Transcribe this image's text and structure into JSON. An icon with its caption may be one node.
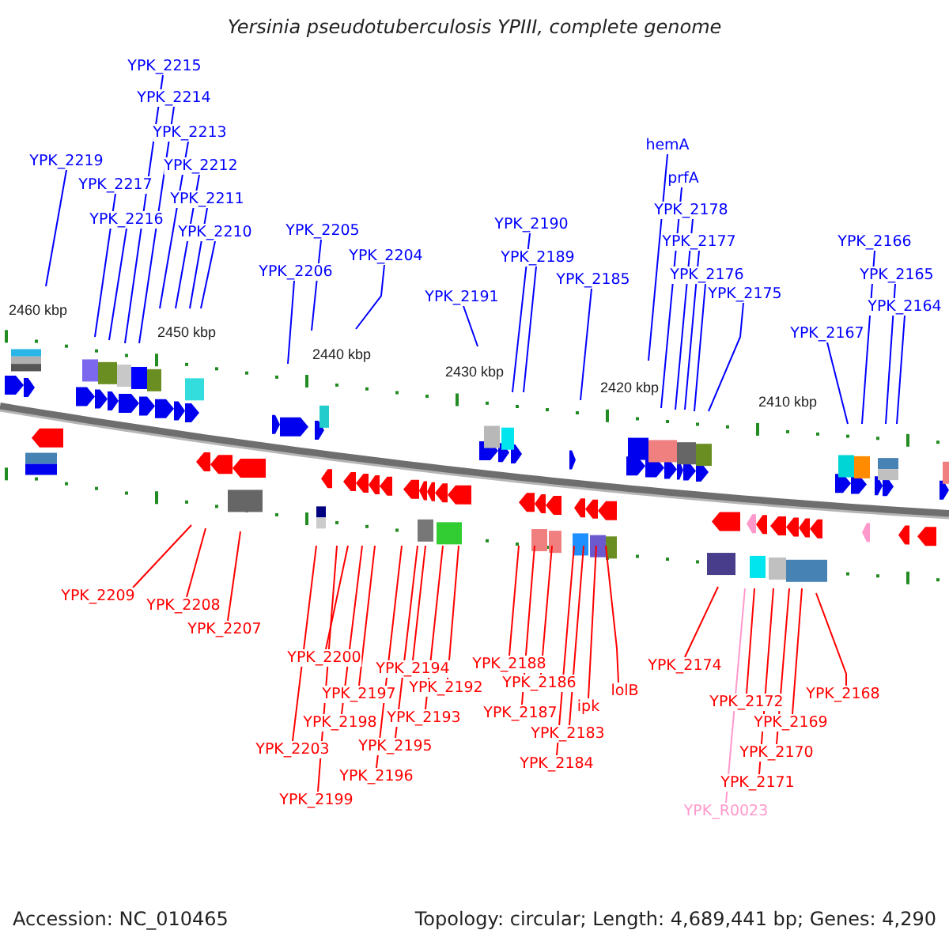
{
  "diagram": {
    "title": "Yersinia pseudotuberculosis YPIII, complete genome",
    "nodes": [
      {
        "text": [
          "YPK_2219"
        ]
      },
      {
        "text": [
          "YPK_2217"
        ]
      },
      {
        "text": [
          "YPK_2216"
        ]
      },
      {
        "text": [
          "YPK_2215"
        ]
      },
      {
        "text": [
          "YPK_2214"
        ]
      },
      {
        "text": [
          "YPK_2213"
        ]
      },
      {
        "text": [
          "YPK_2212"
        ]
      },
      {
        "text": [
          "YPK_2211"
        ]
      },
      {
        "text": [
          "YPK_2210"
        ]
      },
      {
        "text": [
          "YPK_2206"
        ]
      },
      {
        "text": [
          "YPK_2205"
        ]
      },
      {
        "text": [
          "YPK_2204"
        ]
      },
      {
        "text": [
          "YPK_2191"
        ]
      },
      {
        "text": [
          "YPK_2190"
        ]
      },
      {
        "text": [
          "YPK_2189"
        ]
      },
      {
        "text": [
          "YPK_2185"
        ]
      },
      {
        "text": [
          "hemA"
        ]
      },
      {
        "text": [
          "prfA"
        ]
      },
      {
        "text": [
          "YPK_2178"
        ]
      },
      {
        "text": [
          "YPK_2177"
        ]
      },
      {
        "text": [
          "YPK_2176"
        ]
      },
      {
        "text": [
          "YPK_2175"
        ]
      },
      {
        "text": [
          "YPK_2167"
        ]
      },
      {
        "text": [
          "YPK_2166"
        ]
      },
      {
        "text": [
          "YPK_2165"
        ]
      },
      {
        "text": [
          "YPK_2164"
        ]
      },
      {
        "text": [
          "YPK_2209"
        ]
      },
      {
        "text": [
          "YPK_2208"
        ]
      },
      {
        "text": [
          "YPK_2207"
        ]
      },
      {
        "text": [
          "YPK_2203"
        ]
      },
      {
        "text": [
          "YPK_2199"
        ]
      },
      {
        "text": [
          "YPK_2200"
        ]
      },
      {
        "text": [
          "YPK_2198"
        ]
      },
      {
        "text": [
          "YPK_2197"
        ]
      },
      {
        "text": [
          "YPK_2196"
        ]
      },
      {
        "text": [
          "YPK_2195"
        ]
      },
      {
        "text": [
          "YPK_2194"
        ]
      },
      {
        "text": [
          "YPK_2193"
        ]
      },
      {
        "text": [
          "YPK_2192"
        ]
      },
      {
        "text": [
          "YPK_2188"
        ]
      },
      {
        "text": [
          "YPK_2187"
        ]
      },
      {
        "text": [
          "YPK_2186"
        ]
      },
      {
        "text": [
          "YPK_2184"
        ]
      },
      {
        "text": [
          "YPK_2183"
        ]
      },
      {
        "text": [
          "ipk"
        ]
      },
      {
        "text": [
          "lolB"
        ]
      },
      {
        "text": [
          "YPK_2174"
        ]
      },
      {
        "text": [
          "YPK_R0023"
        ]
      },
      {
        "text": [
          "YPK_2172"
        ]
      },
      {
        "text": [
          "YPK_2171"
        ]
      },
      {
        "text": [
          "YPK_2170"
        ]
      },
      {
        "text": [
          "YPK_2169"
        ]
      },
      {
        "text": [
          "YPK_2168"
        ]
      }
    ],
    "edges": [
      {
        "from": 0,
        "to": null,
        "arrow": "none",
        "color": "#0000ff"
      },
      {
        "from": 1,
        "to": null,
        "arrow": "none",
        "color": "#0000ff"
      },
      {
        "from": 2,
        "to": null,
        "arrow": "none",
        "color": "#0000ff"
      },
      {
        "from": 3,
        "to": null,
        "arrow": "none",
        "color": "#0000ff"
      },
      {
        "from": 4,
        "to": null,
        "arrow": "none",
        "color": "#0000ff"
      },
      {
        "from": 5,
        "to": null,
        "arrow": "none",
        "color": "#0000ff"
      },
      {
        "from": 6,
        "to": null,
        "arrow": "none",
        "color": "#0000ff"
      },
      {
        "from": 7,
        "to": null,
        "arrow": "none",
        "color": "#0000ff"
      },
      {
        "from": 8,
        "to": null,
        "arrow": "none",
        "color": "#0000ff"
      },
      {
        "from": 9,
        "to": null,
        "arrow": "none",
        "color": "#0000ff"
      },
      {
        "from": 10,
        "to": null,
        "arrow": "none",
        "color": "#0000ff"
      },
      {
        "from": 11,
        "to": null,
        "arrow": "none",
        "color": "#0000ff"
      },
      {
        "from": 12,
        "to": null,
        "arrow": "none",
        "color": "#0000ff"
      },
      {
        "from": 13,
        "to": null,
        "arrow": "none",
        "color": "#0000ff"
      },
      {
        "from": 14,
        "to": null,
        "arrow": "none",
        "color": "#0000ff"
      },
      {
        "from": 15,
        "to": null,
        "arrow": "none",
        "color": "#0000ff"
      },
      {
        "from": 16,
        "to": null,
        "arrow": "none",
        "color": "#0000ff"
      },
      {
        "from": 17,
        "to": null,
        "arrow": "none",
        "color": "#0000ff"
      },
      {
        "from": 18,
        "to": null,
        "arrow": "none",
        "color": "#0000ff"
      },
      {
        "from": 19,
        "to": null,
        "arrow": "none",
        "color": "#0000ff"
      },
      {
        "from": 20,
        "to": null,
        "arrow": "none",
        "color": "#0000ff"
      },
      {
        "from": 21,
        "to": null,
        "arrow": "none",
        "color": "#0000ff"
      },
      {
        "from": 22,
        "to": null,
        "arrow": "none",
        "color": "#0000ff"
      },
      {
        "from": 23,
        "to": null,
        "arrow": "none",
        "color": "#0000ff"
      },
      {
        "from": 24,
        "to": null,
        "arrow": "none",
        "color": "#0000ff"
      },
      {
        "from": 25,
        "to": null,
        "arrow": "none",
        "color": "#0000ff"
      },
      {
        "from": 26,
        "to": null,
        "arrow": "none",
        "color": "#ff0000"
      },
      {
        "from": 27,
        "to": null,
        "arrow": "none",
        "color": "#ff0000"
      },
      {
        "from": 28,
        "to": null,
        "arrow": "none",
        "color": "#ff0000"
      },
      {
        "from": 29,
        "to": null,
        "arrow": "none",
        "color": "#ff0000"
      },
      {
        "from": 30,
        "to": null,
        "arrow": "none",
        "color": "#ff0000"
      },
      {
        "from": 31,
        "to": null,
        "arrow": "none",
        "color": "#ff0000"
      },
      {
        "from": 32,
        "to": null,
        "arrow": "none",
        "color": "#ff0000"
      },
      {
        "from": 33,
        "to": null,
        "arrow": "none",
        "color": "#ff0000"
      },
      {
        "from": 34,
        "to": null,
        "arrow": "none",
        "color": "#ff0000"
      },
      {
        "from": 35,
        "to": null,
        "arrow": "none",
        "color": "#ff0000"
      },
      {
        "from": 36,
        "to": null,
        "arrow": "none",
        "color": "#ff0000"
      },
      {
        "from": 37,
        "to": null,
        "arrow": "none",
        "color": "#ff0000"
      },
      {
        "from": 38,
        "to": null,
        "arrow": "none",
        "color": "#ff0000"
      },
      {
        "from": 39,
        "to": null,
        "arrow": "none",
        "color": "#ff0000"
      },
      {
        "from": 40,
        "to": null,
        "arrow": "none",
        "color": "#ff0000"
      },
      {
        "from": 41,
        "to": null,
        "arrow": "none",
        "color": "#ff0000"
      },
      {
        "from": 42,
        "to": null,
        "arrow": "none",
        "color": "#ff0000"
      },
      {
        "from": 43,
        "to": null,
        "arrow": "none",
        "color": "#ff0000"
      },
      {
        "from": 44,
        "to": null,
        "arrow": "none",
        "color": "#ff0000"
      },
      {
        "from": 45,
        "to": null,
        "arrow": "none",
        "color": "#ff0000"
      },
      {
        "from": 46,
        "to": null,
        "arrow": "none",
        "color": "#ff0000"
      },
      {
        "from": 47,
        "to": null,
        "arrow": "none",
        "color": "#ff99cc"
      },
      {
        "from": 48,
        "to": null,
        "arrow": "none",
        "color": "#ff0000"
      },
      {
        "from": 49,
        "to": null,
        "arrow": "none",
        "color": "#ff0000"
      },
      {
        "from": 50,
        "to": null,
        "arrow": "none",
        "color": "#ff0000"
      },
      {
        "from": 51,
        "to": null,
        "arrow": "none",
        "color": "#ff0000"
      },
      {
        "from": 52,
        "to": null,
        "arrow": "none",
        "color": "#ff0000"
      }
    ],
    "labels": [
      "2460 kbp",
      "2450 kbp",
      "2440 kbp",
      "2430 kbp",
      "2420 kbp",
      "2410 kbp",
      "Accession: NC_010465",
      "Topology: circular; Length: 4,689,441 bp; Genes: 4,290"
    ]
  }
}
